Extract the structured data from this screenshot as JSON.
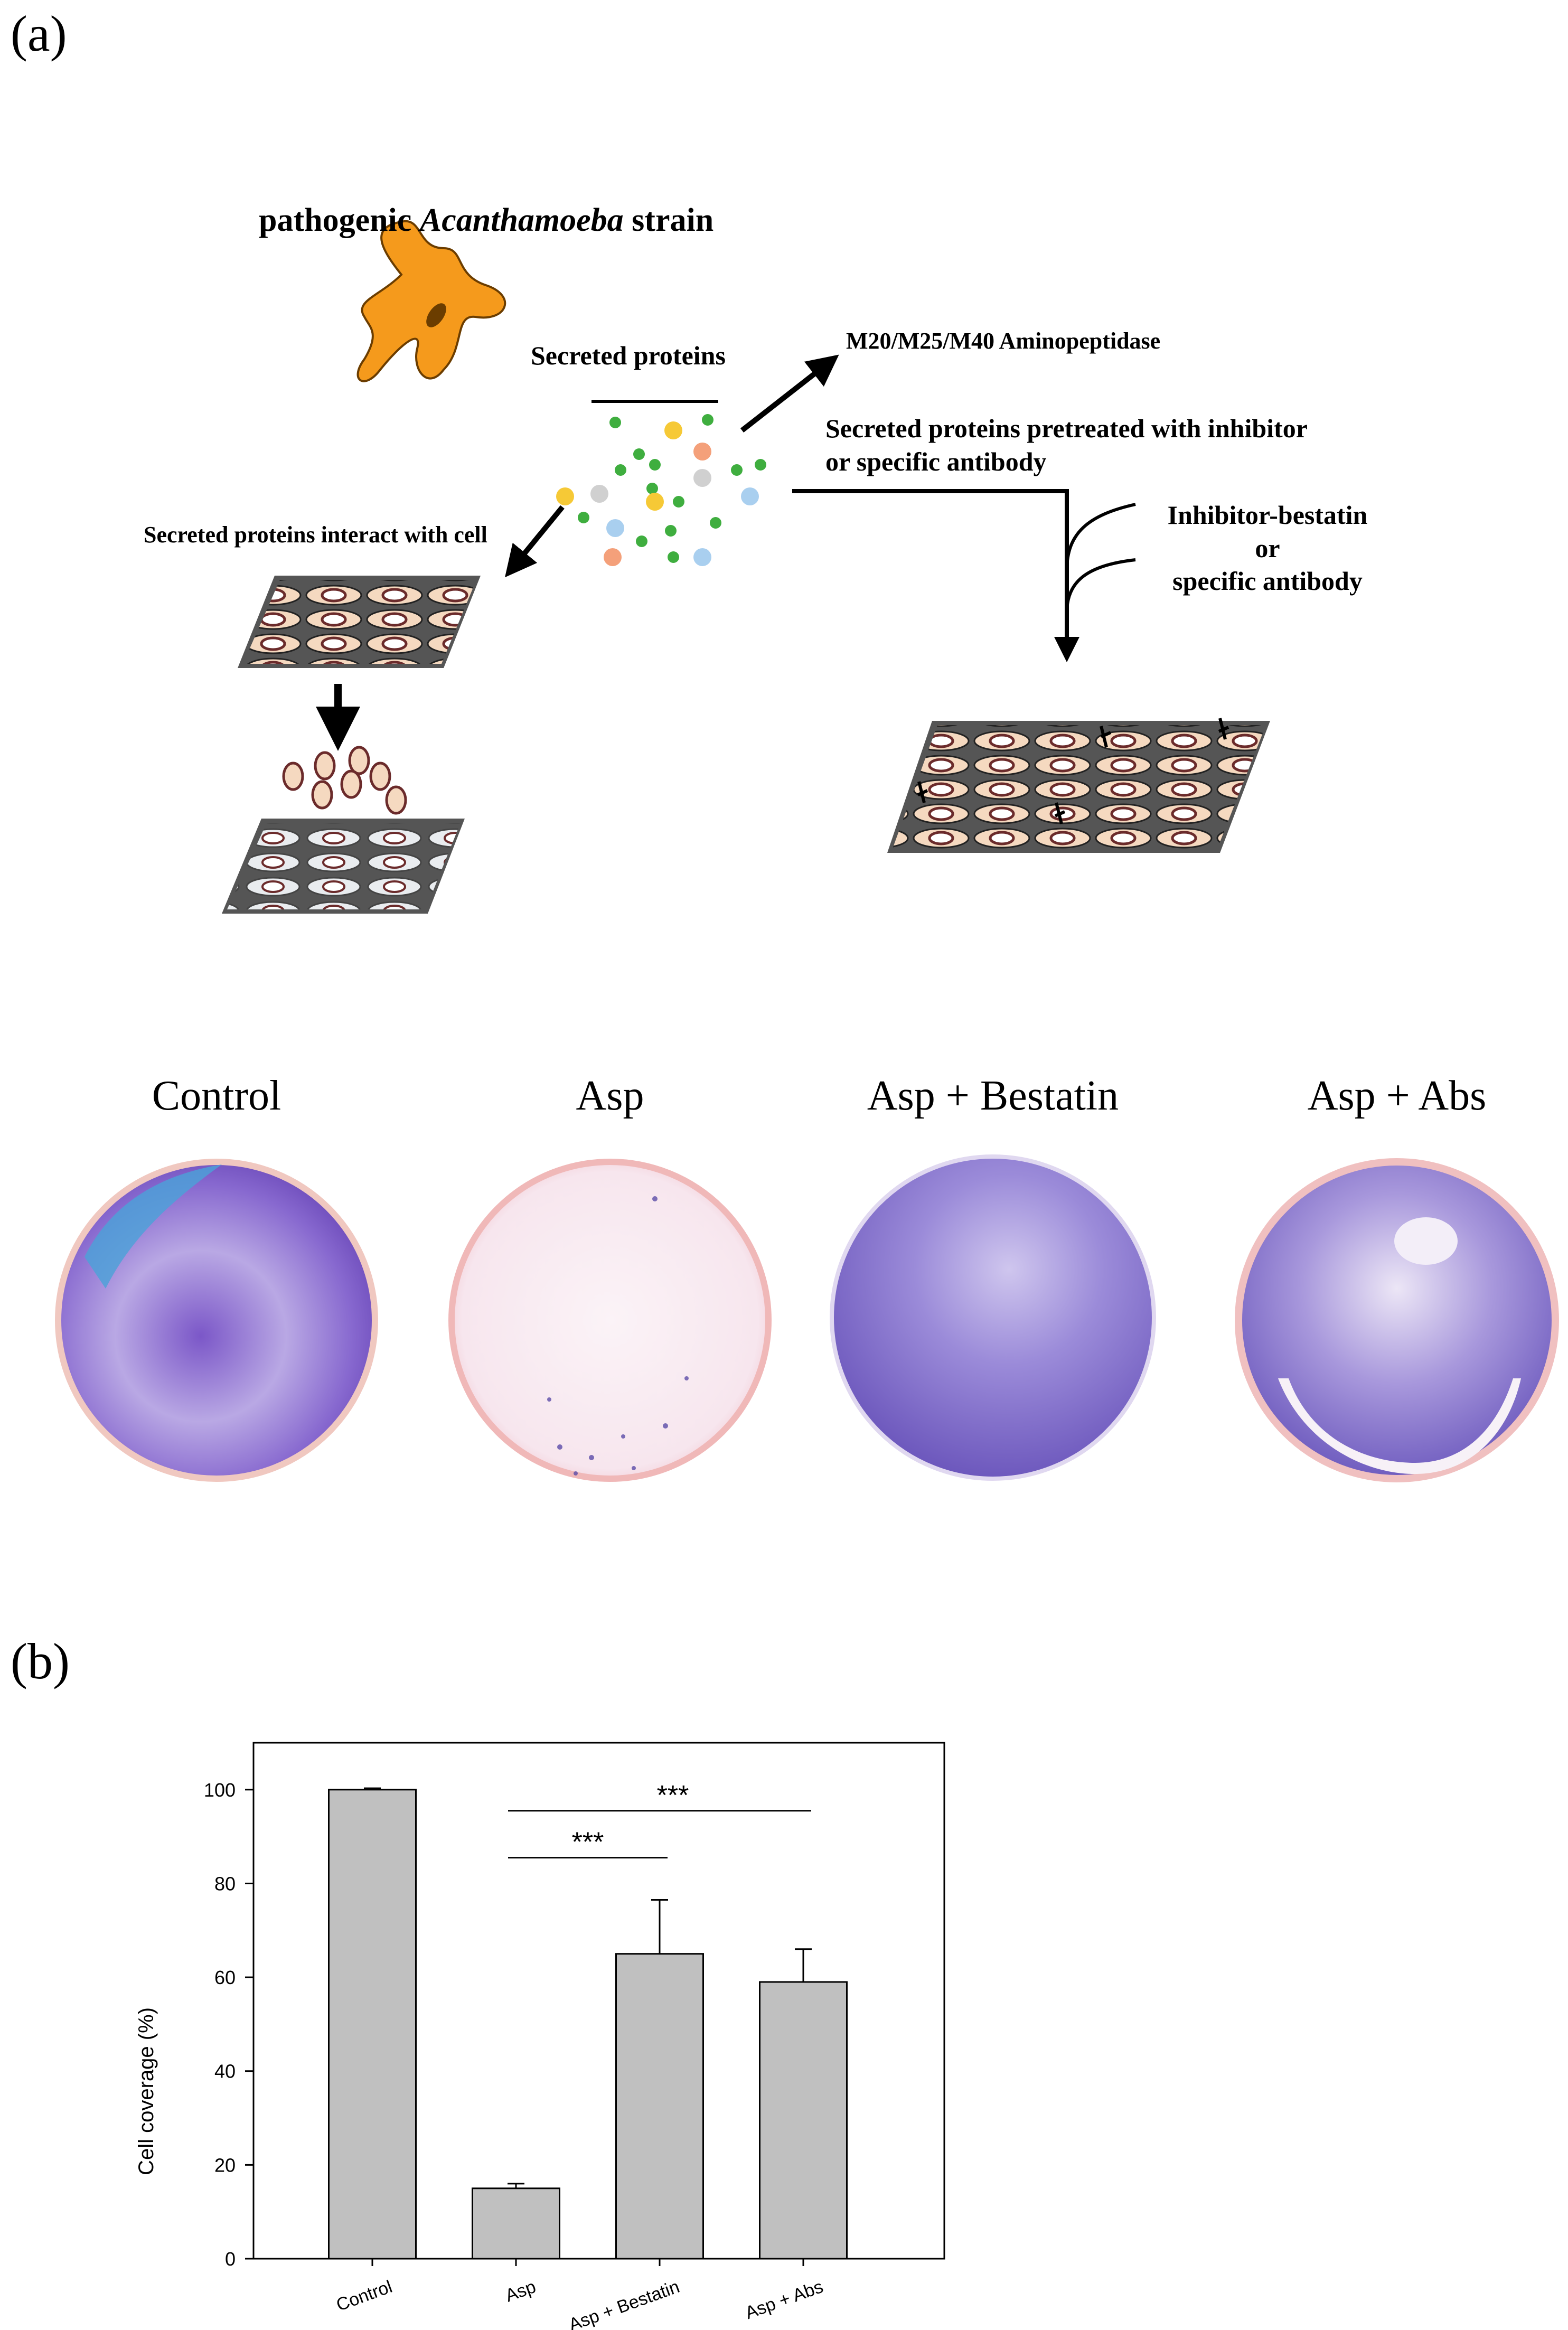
{
  "panel_a": {
    "label": "(a)",
    "diagram": {
      "title_prefix": "pathogenic ",
      "title_species": "Acanthamoeba",
      "title_suffix": " strain",
      "secreted_proteins": "Secreted proteins",
      "aminopeptidase": "M20/M25/M40 Aminopeptidase",
      "pretreated_line1": "Secreted proteins pretreated with inhibitor",
      "pretreated_line2": "or specific antibody",
      "interact": "Secreted proteins interact with cell",
      "inhibitor_line1": "Inhibitor-bestatin",
      "inhibitor_line2": "or",
      "inhibitor_line3": "specific antibody"
    },
    "dishes": [
      {
        "label": "Control"
      },
      {
        "label": "Asp"
      },
      {
        "label": "Asp + Bestatin"
      },
      {
        "label": "Asp + Abs"
      }
    ]
  },
  "panel_b": {
    "label": "(b)"
  },
  "chart_data": {
    "type": "bar",
    "categories": [
      "Control",
      "Asp",
      "Asp + Bestatin",
      "Asp + Abs"
    ],
    "values": [
      100,
      15,
      65,
      59
    ],
    "errors": [
      0.3,
      1,
      11.5,
      7
    ],
    "xlabel": "",
    "ylabel": "Cell coverage (%)",
    "ylim": [
      0,
      110
    ],
    "yticks": [
      0,
      20,
      40,
      60,
      80,
      100
    ],
    "bar_color": "#c0c0c0",
    "significance": [
      {
        "from": "Asp",
        "to": "Asp + Bestatin",
        "label": "***"
      },
      {
        "from": "Asp",
        "to": "Asp + Abs",
        "label": "***"
      }
    ]
  }
}
